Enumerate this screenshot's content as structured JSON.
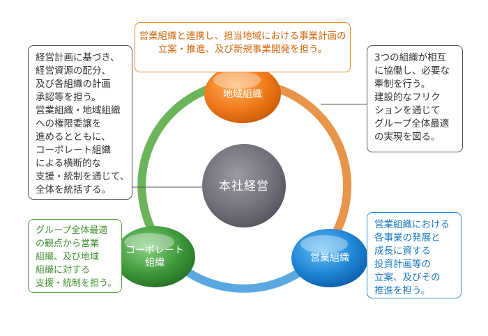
{
  "center": {
    "label": "本社経営"
  },
  "nodes": {
    "top": {
      "label": "地域組織",
      "color": "#f07a1a"
    },
    "right": {
      "label": "営業組織",
      "color": "#1f86d6"
    },
    "left": {
      "label_lines": [
        "コーポレート",
        "組織"
      ],
      "color": "#3f9a3c"
    }
  },
  "boxes": {
    "top": {
      "lines": [
        "営業組織と連携し、担当地域における事業計画の",
        "立案・推進、及び新規事業開発を担う。"
      ]
    },
    "left": {
      "lines": [
        "経営計画に基づき、",
        "経営資源の配分、",
        "及び各組織の計画",
        "承認等を担う。",
        "営業組織・地域組織",
        "への権限委譲を",
        "進めるとともに、",
        "コーポレート組織",
        "による横断的な",
        "支援・統制を通じて、",
        "全体を統括する。"
      ]
    },
    "right": {
      "lines": [
        "3つの組織が相互",
        "に協働し、必要な",
        "牽制を行う。",
        "建設的なフリク",
        "ションを通じて",
        "グループ全体最適",
        "の実現を図る。"
      ]
    },
    "bottom_left": {
      "lines": [
        "グループ全体最適",
        "の観点から営業",
        "組織、及び地域",
        "組織に対する",
        "支援・統制を担う。"
      ]
    },
    "bottom_right": {
      "lines": [
        "営業組織における",
        "各事業の発展と",
        "成長に資する",
        "投資計画等の",
        "立案、及びその",
        "推進を担う。"
      ]
    }
  },
  "colors": {
    "ring_top_right": "#e8944a",
    "ring_bottom": "#5aa8e0",
    "ring_left": "#6cb45a",
    "center": "#6e6e78"
  }
}
